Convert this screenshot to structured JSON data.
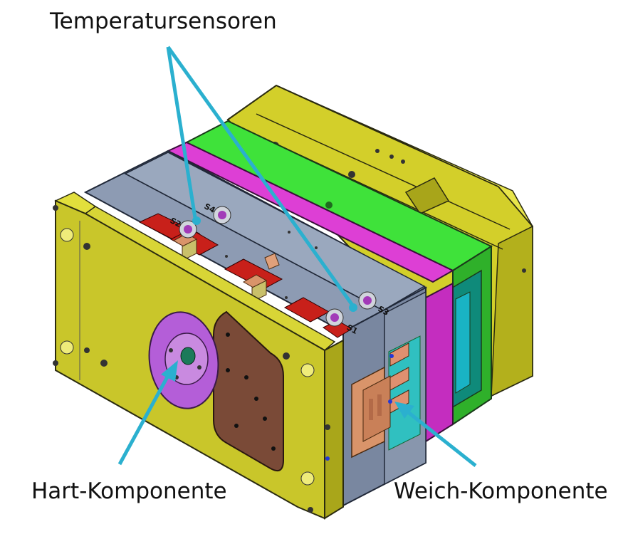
{
  "labels": {
    "temperature_sensors": "Temperatursensoren",
    "hard_component": "Hart-Komponente",
    "soft_component": "Weich-Komponente"
  },
  "sensor_markings": [
    "S4",
    "S2",
    "S1",
    "S3"
  ],
  "colors": {
    "callout": "#2bb0cf",
    "plate_yellow": "#d9d62c",
    "plate_green": "#35d832",
    "plate_magenta": "#d233cc",
    "plate_steel": "#8d9bb3",
    "insert_brown": "#7a4a37",
    "nozzle_purple": "#b45ed8",
    "cavity_red": "#c8201a",
    "copper": "#d9946a"
  }
}
